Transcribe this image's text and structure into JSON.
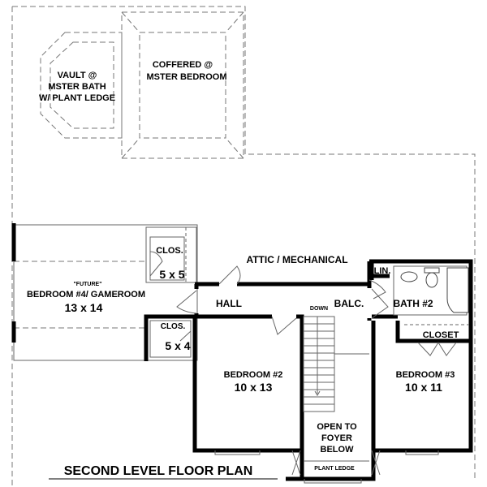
{
  "title": "SECOND LEVEL FLOOR PLAN",
  "rooms": {
    "vault": [
      "VAULT @",
      "MSTER BATH",
      "W/ PLANT LEDGE"
    ],
    "coffered": [
      "COFFERED @",
      "MSTER BEDROOM"
    ],
    "attic": "ATTIC / MECHANICAL",
    "bedroom4_note": "\"FUTURE\"",
    "bedroom4": "BEDROOM #4/ GAMEROOM",
    "bedroom4_size": "13 x 14",
    "clos1": "CLOS.",
    "clos1_size": "5 x 5",
    "clos2": "CLOS.",
    "clos2_size": "5 x 4",
    "hall": "HALL",
    "down": "DOWN",
    "balc": "BALC.",
    "lin": "LIN.",
    "bath2": "BATH #2",
    "closet": "CLOSET",
    "bedroom2": "BEDROOM #2",
    "bedroom2_size": "10 x 13",
    "bedroom3": "BEDROOM #3",
    "bedroom3_size": "10 x 11",
    "open": [
      "OPEN TO",
      "FOYER",
      "BELOW"
    ],
    "plant_ledge": "PLANT LEDGE"
  }
}
